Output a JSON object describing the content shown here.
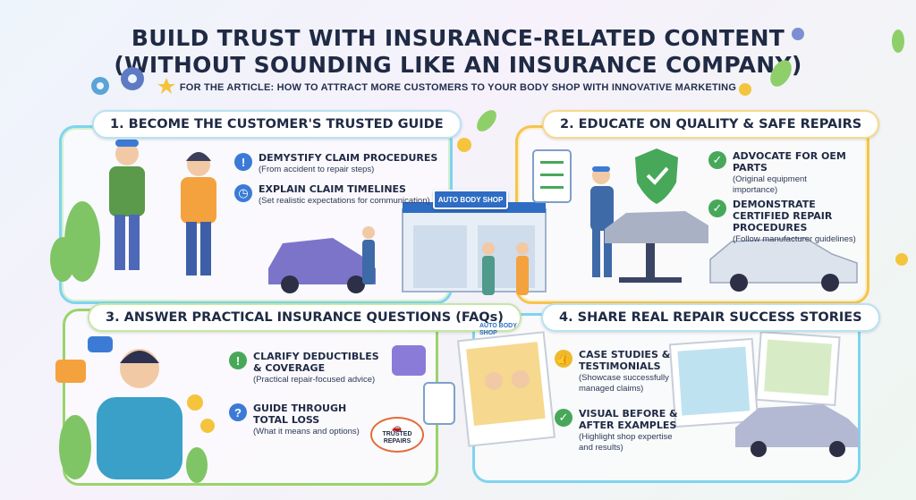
{
  "header": {
    "title_line1": "BUILD TRUST WITH INSURANCE-RELATED CONTENT",
    "title_line2": "(WITHOUT SOUNDING LIKE AN INSURANCE COMPANY)",
    "subtitle": "FOR THE ARTICLE: HOW TO ATTRACT MORE CUSTOMERS TO YOUR BODY SHOP WITH INNOVATIVE MARKETING"
  },
  "sections": [
    {
      "title": "1. BECOME THE CUSTOMER'S TRUSTED GUIDE",
      "items": [
        {
          "heading": "DEMYSTIFY CLAIM PROCEDURES",
          "detail": "(From accident to repair steps)",
          "icon": "exclamation-icon"
        },
        {
          "heading": "EXPLAIN CLAIM TIMELINES",
          "detail": "(Set realistic expectations for communication)",
          "icon": "clock-icon"
        }
      ],
      "shop_sign": "AUTO BODY SHOP"
    },
    {
      "title": "2. EDUCATE ON QUALITY & SAFE REPAIRS",
      "items": [
        {
          "heading": "ADVOCATE FOR OEM PARTS",
          "detail": "(Original equipment importance)",
          "icon": "check-icon"
        },
        {
          "heading": "DEMONSTRATE CERTIFIED REPAIR PROCEDURES",
          "detail": "(Follow manufacturer guidelines)",
          "icon": "check-icon"
        }
      ]
    },
    {
      "title": "3. ANSWER PRACTICAL INSURANCE QUESTIONS (FAQs)",
      "items": [
        {
          "heading": "CLARIFY DEDUCTIBLES & COVERAGE",
          "detail": "(Practical repair-focused advice)",
          "icon": "exclamation-icon"
        },
        {
          "heading": "GUIDE THROUGH TOTAL LOSS",
          "detail": "(What it means and options)",
          "icon": "question-icon"
        }
      ],
      "stamp": "TRUSTED REPAIRS"
    },
    {
      "title": "4. SHARE REAL REPAIR SUCCESS STORIES",
      "items": [
        {
          "heading": "CASE STUDIES & TESTIMONIALS",
          "detail": "(Showcase successfully managed claims)",
          "icon": "thumbs-up-icon"
        },
        {
          "heading": "VISUAL BEFORE & AFTER EXAMPLES",
          "detail": "(Highlight shop expertise and results)",
          "icon": "check-icon"
        }
      ],
      "logo": "AUTO BODY SHOP"
    }
  ],
  "colors": {
    "navy": "#1f2a44",
    "blue": "#3b7bd6",
    "green": "#47a85a",
    "yellow": "#f0b92a",
    "orange": "#e36a3a"
  }
}
